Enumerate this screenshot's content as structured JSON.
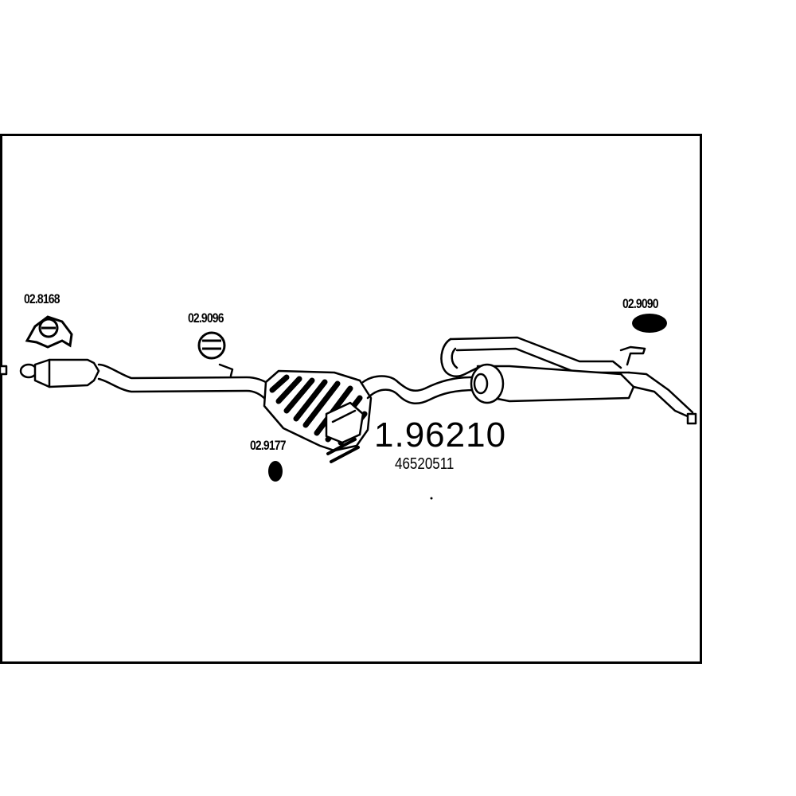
{
  "main_part_number": "1.96210",
  "oem_number": "46520511",
  "accessories": [
    {
      "id": "clamp-left",
      "number": "02.8168",
      "icon": "pipe-clamp-icon"
    },
    {
      "id": "hanger-middle",
      "number": "02.9096",
      "icon": "rubber-hanger-icon"
    },
    {
      "id": "hanger-bottom",
      "number": "02.9177",
      "icon": "rubber-mount-icon"
    },
    {
      "id": "hanger-right",
      "number": "02.9090",
      "icon": "rubber-ring-icon"
    }
  ],
  "colors": {
    "line": "#000000",
    "background": "#ffffff"
  }
}
